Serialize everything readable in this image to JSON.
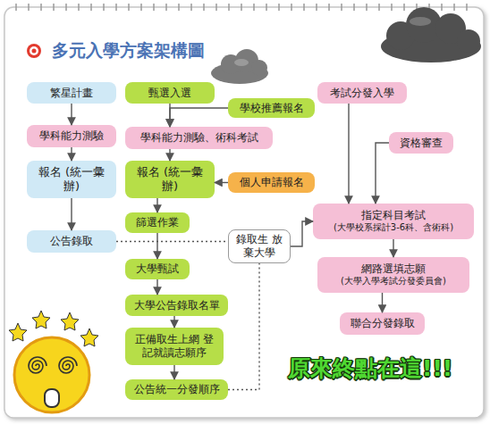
{
  "diagram": {
    "title": "多元入學方案架構圖",
    "nodes": [
      {
        "text": [
          "繁星計畫"
        ]
      },
      {
        "text": [
          "學科能力測驗"
        ]
      },
      {
        "text": [
          "報名 (統一彙辦)"
        ]
      },
      {
        "text": [
          "公告錄取"
        ]
      },
      {
        "text": [
          "甄選入選"
        ]
      },
      {
        "text": [
          "學校推薦報名"
        ]
      },
      {
        "text": [
          "學科能力測驗、術科考試"
        ]
      },
      {
        "text": [
          "報名 (統一彙辦)"
        ]
      },
      {
        "text": [
          "個人申請報名"
        ]
      },
      {
        "text": [
          "篩選作業"
        ]
      },
      {
        "text": [
          "錄取生 放棄大學"
        ]
      },
      {
        "text": [
          "大學甄試"
        ]
      },
      {
        "text": [
          "大學公告錄取名單"
        ]
      },
      {
        "text": [
          "正備取生上網 登記就讀志願序"
        ]
      },
      {
        "text": [
          "公告統一分發順序"
        ]
      },
      {
        "text": [
          "考試分發入學"
        ]
      },
      {
        "text": [
          "資格審查"
        ]
      },
      {
        "text": [
          "指定科目考試",
          "(大學校系採計3-6科、含術科)"
        ]
      },
      {
        "text": [
          "網路選填志願",
          "(大學入學考試分發委員會)"
        ]
      },
      {
        "text": [
          "聯合分發錄取"
        ]
      }
    ],
    "edges": [
      {
        "from": 0,
        "to": 1,
        "arrow": "to"
      },
      {
        "from": 1,
        "to": 2,
        "arrow": "to"
      },
      {
        "from": 2,
        "to": 3,
        "arrow": "to"
      },
      {
        "from": 4,
        "to": 6,
        "arrow": "to"
      },
      {
        "from": 5,
        "to": 6,
        "arrow": "to"
      },
      {
        "from": 6,
        "to": 7,
        "arrow": "to"
      },
      {
        "from": 8,
        "to": 7,
        "arrow": "to"
      },
      {
        "from": 7,
        "to": 9,
        "arrow": "to"
      },
      {
        "from": 9,
        "to": 11,
        "arrow": "to"
      },
      {
        "from": 11,
        "to": 12,
        "arrow": "to"
      },
      {
        "from": 12,
        "to": 13,
        "arrow": "to"
      },
      {
        "from": 13,
        "to": 14,
        "arrow": "to"
      },
      {
        "from": 3,
        "to": 10,
        "arrow": "none"
      },
      {
        "from": 14,
        "to": 10,
        "arrow": "none"
      },
      {
        "from": 10,
        "to": 17,
        "arrow": "to"
      },
      {
        "from": 15,
        "to": 17,
        "arrow": "to"
      },
      {
        "from": 16,
        "to": 17,
        "arrow": "to"
      },
      {
        "from": 17,
        "to": 18,
        "arrow": "to"
      },
      {
        "from": 18,
        "to": 19,
        "arrow": "to"
      }
    ],
    "labels": [
      "原來終點在這!!!"
    ]
  }
}
